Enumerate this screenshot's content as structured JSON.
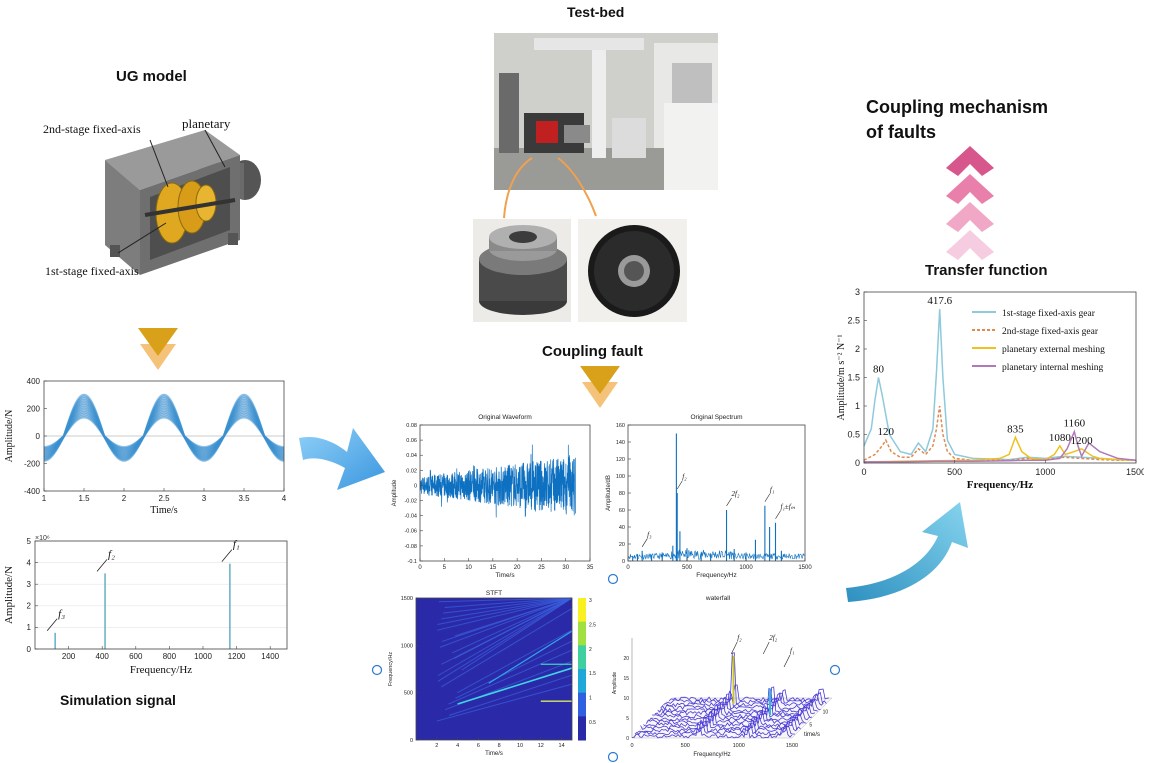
{
  "titles": {
    "ug_model": "UG model",
    "test_bed": "Test-bed",
    "coupling_mechanism_line1": "Coupling mechanism",
    "coupling_mechanism_line2": "of faults",
    "transfer_function": "Transfer function",
    "coupling_fault": "Coupling fault",
    "simulation_signal": "Simulation signal"
  },
  "ug_labels": {
    "second_stage": "2nd-stage fixed-axis",
    "planetary": "planetary",
    "first_stage": "1st-stage fixed-axis"
  },
  "colors": {
    "arrow_orange": "#d9a11a",
    "arrow_blue": "#5aaee8",
    "chevron_pink": "#d7568c",
    "wave_blue": "#3b8fd0",
    "spectrum_blue": "#0e70c0"
  },
  "chart_data": [
    {
      "id": "time_wave",
      "type": "area",
      "xlabel": "Time/s",
      "ylabel": "Amplitude/N",
      "xlim": [
        1,
        4
      ],
      "ylim": [
        -400,
        400
      ],
      "xticks": [
        "1",
        "1.5",
        "2",
        "2.5",
        "3",
        "3.5",
        "4"
      ],
      "yticks": [
        "400",
        "200",
        "0",
        "-200",
        "-400"
      ],
      "frequency_hz": 1,
      "envelope_upper_peak": 300,
      "envelope_lower_peak": 180
    },
    {
      "id": "sim_spectrum",
      "type": "bar",
      "xlabel": "Frequency/Hz",
      "ylabel": "Amplitude/N",
      "scale_label": "×10⁶",
      "xlim": [
        0,
        1500
      ],
      "ylim": [
        0,
        5
      ],
      "xticks": [
        "200",
        "400",
        "600",
        "800",
        "1000",
        "1200",
        "1400"
      ],
      "yticks": [
        "0",
        "1",
        "2",
        "3",
        "4",
        "5"
      ],
      "x": [
        120,
        417,
        1160
      ],
      "values": [
        0.75,
        3.5,
        3.95
      ],
      "annotations": [
        "f₃",
        "f₂",
        "f₁"
      ]
    },
    {
      "id": "orig_waveform",
      "type": "area",
      "title": "Original Waveform",
      "xlabel": "Time/s",
      "ylabel": "Amplitude",
      "xlim": [
        0,
        35
      ],
      "ylim": [
        -0.1,
        0.08
      ],
      "xticks": [
        "0",
        "5",
        "10",
        "15",
        "20",
        "25",
        "30",
        "35"
      ],
      "yticks": [
        "0.08",
        "0.06",
        "0.04",
        "0.02",
        "0",
        "-0.02",
        "-0.04",
        "-0.06",
        "-0.08",
        "-0.1"
      ],
      "signal_end_s": 32,
      "start_amplitude": 0.012,
      "end_amplitude": 0.04
    },
    {
      "id": "orig_spectrum",
      "type": "bar",
      "title": "Original Spectrum",
      "xlabel": "Frequency/Hz",
      "ylabel": "Amplitude/dB",
      "xlim": [
        0,
        1500
      ],
      "ylim": [
        0,
        160
      ],
      "xticks": [
        "0",
        "500",
        "1000",
        "1500"
      ],
      "yticks": [
        "160",
        "140",
        "120",
        "100",
        "80",
        "60",
        "40",
        "20",
        "0"
      ],
      "x": [
        40,
        80,
        120,
        200,
        290,
        380,
        410,
        417,
        440,
        500,
        620,
        700,
        835,
        900,
        1000,
        1080,
        1160,
        1200,
        1250,
        1300
      ],
      "values": [
        6,
        8,
        12,
        7,
        10,
        18,
        150,
        80,
        35,
        15,
        10,
        9,
        60,
        14,
        10,
        25,
        65,
        40,
        45,
        12
      ],
      "annotations": [
        {
          "text": "f₃",
          "x": 120
        },
        {
          "text": "f₂",
          "x": 417
        },
        {
          "text": "2f₂",
          "x": 835
        },
        {
          "text": "f₁",
          "x": 1160
        },
        {
          "text": "f₁±fₘ",
          "x": 1250
        }
      ]
    },
    {
      "id": "stft",
      "type": "heatmap",
      "title": "STFT",
      "xlabel": "Time/s",
      "ylabel": "Frequency/Hz",
      "xlim": [
        0,
        15
      ],
      "ylim": [
        0,
        1500
      ],
      "xticks": [
        "2",
        "4",
        "6",
        "8",
        "10",
        "12",
        "14"
      ],
      "yticks": [
        "1500",
        "1000",
        "500",
        "0"
      ],
      "colorbar_ticks": [
        "3",
        "2.5",
        "2",
        "1.5",
        "1",
        "0.5"
      ]
    },
    {
      "id": "waterfall",
      "type": "line",
      "title": "waterfall",
      "xlabel": "Frequency/Hz",
      "ylabel": "Amplitude",
      "zlabel": "time/s",
      "xticks": [
        "0",
        "500",
        "1000",
        "1500"
      ],
      "yticks": [
        "0",
        "5",
        "10",
        "15",
        "20"
      ],
      "zticks": [
        "5",
        "10",
        "15"
      ],
      "annotations": [
        "f₂",
        "2f₂",
        "f₁"
      ]
    },
    {
      "id": "transfer_function",
      "type": "line",
      "xlabel": "Frequency/Hz",
      "ylabel": "Amplitude/m s⁻² N⁻¹",
      "xlim": [
        0,
        1500
      ],
      "ylim": [
        0,
        3
      ],
      "xticks": [
        "0",
        "500",
        "1000",
        "1500"
      ],
      "yticks": [
        "0",
        "0.5",
        "1",
        "1.5",
        "2",
        "2.5",
        "3"
      ],
      "series": [
        {
          "name": "1st-stage fixed-axis gear",
          "color": "#8ec9dc",
          "x": [
            0,
            40,
            60,
            80,
            100,
            140,
            200,
            260,
            300,
            340,
            380,
            400,
            417.6,
            435,
            460,
            500,
            600,
            800,
            900,
            1000,
            1100,
            1200,
            1300,
            1400,
            1500
          ],
          "y": [
            0.3,
            0.6,
            1.1,
            1.5,
            1.2,
            0.5,
            0.2,
            0.15,
            0.35,
            0.2,
            0.6,
            1.6,
            2.7,
            1.5,
            0.4,
            0.15,
            0.08,
            0.06,
            0.1,
            0.08,
            0.12,
            0.1,
            0.08,
            0.06,
            0.05
          ]
        },
        {
          "name": "2nd-stage fixed-axis gear",
          "color": "#e08a52",
          "dashed": true,
          "x": [
            0,
            60,
            100,
            120,
            150,
            200,
            260,
            300,
            340,
            380,
            400,
            417,
            435,
            460,
            500,
            600,
            800,
            900,
            1000,
            1100,
            1200,
            1300,
            1400,
            1500
          ],
          "y": [
            0.05,
            0.15,
            0.3,
            0.4,
            0.2,
            0.1,
            0.1,
            0.25,
            0.15,
            0.3,
            0.6,
            1.0,
            0.5,
            0.2,
            0.08,
            0.05,
            0.05,
            0.08,
            0.06,
            0.1,
            0.08,
            0.06,
            0.05,
            0.05
          ]
        },
        {
          "name": "planetary external meshing",
          "color": "#f0c020",
          "x": [
            0,
            200,
            400,
            600,
            750,
            800,
            835,
            870,
            920,
            1000,
            1050,
            1080,
            1110,
            1160,
            1200,
            1260,
            1300,
            1400,
            1500
          ],
          "y": [
            0.02,
            0.03,
            0.04,
            0.05,
            0.08,
            0.15,
            0.45,
            0.2,
            0.08,
            0.06,
            0.15,
            0.3,
            0.15,
            0.2,
            0.25,
            0.12,
            0.08,
            0.06,
            0.05
          ]
        },
        {
          "name": "planetary internal meshing",
          "color": "#b07ab8",
          "x": [
            0,
            200,
            400,
            600,
            800,
            900,
            1000,
            1080,
            1120,
            1160,
            1180,
            1200,
            1240,
            1300,
            1400,
            1500
          ],
          "y": [
            0.02,
            0.02,
            0.03,
            0.03,
            0.04,
            0.05,
            0.05,
            0.08,
            0.25,
            0.55,
            0.3,
            0.12,
            0.35,
            0.2,
            0.08,
            0.05
          ]
        }
      ],
      "annotations": [
        {
          "text": "417.6",
          "x": 417.6,
          "y": 2.7
        },
        {
          "text": "80",
          "x": 80,
          "y": 1.5
        },
        {
          "text": "120",
          "x": 120,
          "y": 0.4
        },
        {
          "text": "835",
          "x": 835,
          "y": 0.45
        },
        {
          "text": "1080",
          "x": 1080,
          "y": 0.3
        },
        {
          "text": "1160",
          "x": 1160,
          "y": 0.55
        },
        {
          "text": "1200",
          "x": 1200,
          "y": 0.25
        }
      ]
    }
  ]
}
